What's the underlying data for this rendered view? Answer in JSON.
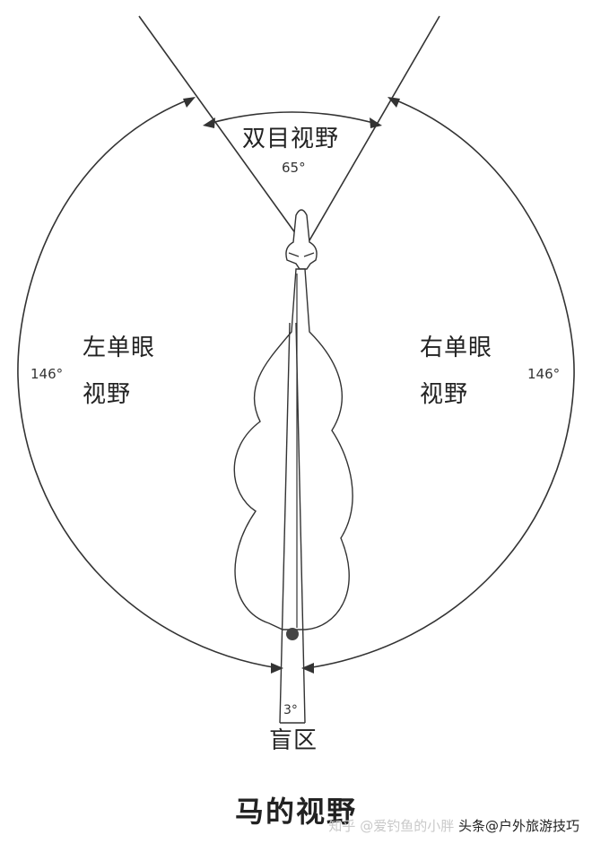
{
  "binocular": {
    "label": "双目视野",
    "angle": "65°"
  },
  "left_monocular": {
    "line1": "左单眼",
    "line2": "视野",
    "angle": "146°"
  },
  "right_monocular": {
    "line1": "右单眼",
    "line2": "视野",
    "angle": "146°"
  },
  "blind_zone": {
    "label": "盲区",
    "angle": "3°"
  },
  "title": "马的视野",
  "watermark": {
    "faint": "知乎 @爱钓鱼的小胖",
    "main": "头条@户外旅游技巧"
  },
  "colors": {
    "line": "#333333",
    "text": "#222222"
  }
}
